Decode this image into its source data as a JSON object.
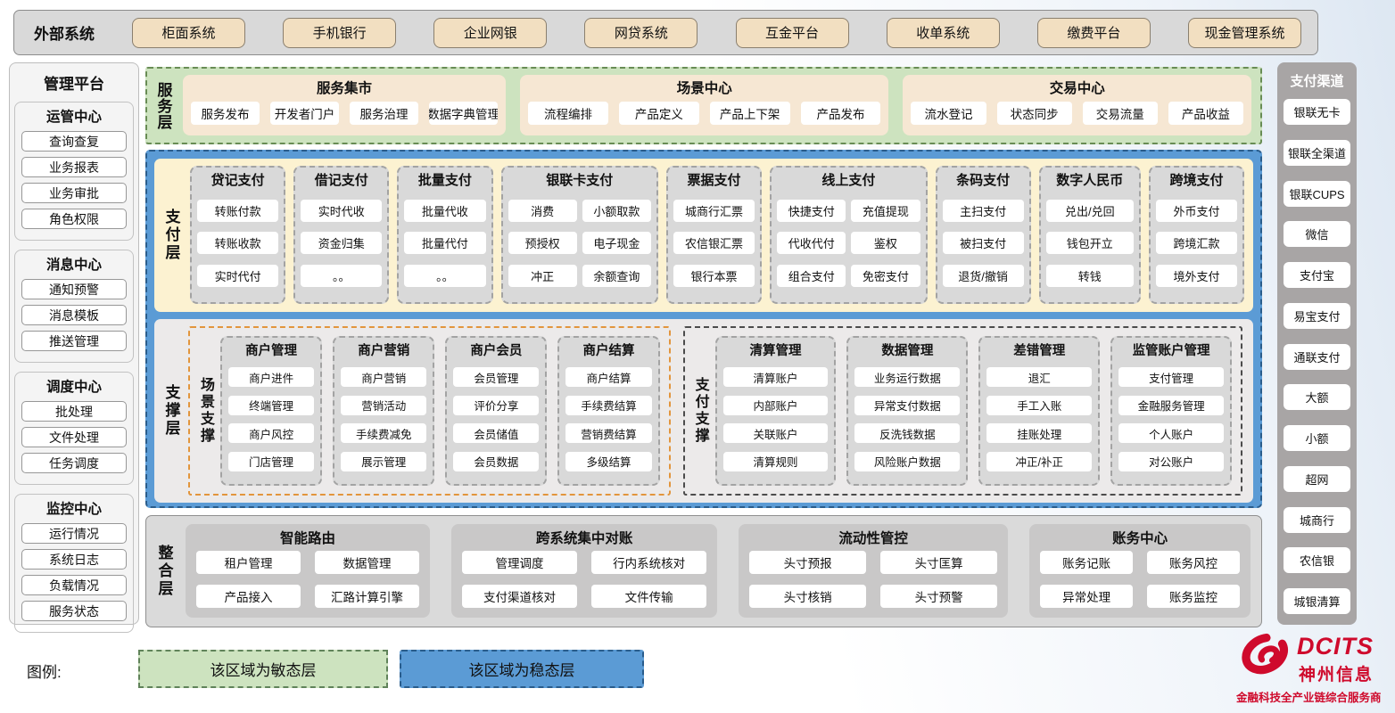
{
  "external_systems": {
    "label": "外部系统",
    "items": [
      "柜面系统",
      "手机银行",
      "企业网银",
      "网贷系统",
      "互金平台",
      "收单系统",
      "缴费平台",
      "现金管理系统"
    ]
  },
  "management_platform": {
    "title": "管理平台",
    "groups": [
      {
        "title": "运管中心",
        "items": [
          "查询查复",
          "业务报表",
          "业务审批",
          "角色权限"
        ]
      },
      {
        "title": "消息中心",
        "items": [
          "通知预警",
          "消息模板",
          "推送管理"
        ]
      },
      {
        "title": "调度中心",
        "items": [
          "批处理",
          "文件处理",
          "任务调度"
        ]
      },
      {
        "title": "监控中心",
        "items": [
          "运行情况",
          "系统日志",
          "负载情况",
          "服务状态"
        ]
      }
    ]
  },
  "service_layer": {
    "label": "服务层",
    "groups": [
      {
        "title": "服务集市",
        "items": [
          "服务发布",
          "开发者门户",
          "服务治理",
          "数据字典管理"
        ]
      },
      {
        "title": "场景中心",
        "items": [
          "流程编排",
          "产品定义",
          "产品上下架",
          "产品发布"
        ]
      },
      {
        "title": "交易中心",
        "items": [
          "流水登记",
          "状态同步",
          "交易流量",
          "产品收益"
        ]
      }
    ]
  },
  "payment_layer": {
    "label": "支付层",
    "columns": [
      {
        "title": "贷记支付",
        "cols": 1,
        "items": [
          "转账付款",
          "转账收款",
          "实时代付"
        ]
      },
      {
        "title": "借记支付",
        "cols": 1,
        "items": [
          "实时代收",
          "资金归集",
          "。。"
        ]
      },
      {
        "title": "批量支付",
        "cols": 1,
        "items": [
          "批量代收",
          "批量代付",
          "。。"
        ]
      },
      {
        "title": "银联卡支付",
        "cols": 2,
        "items": [
          "消费",
          "小额取款",
          "预授权",
          "电子现金",
          "冲正",
          "余额查询"
        ]
      },
      {
        "title": "票据支付",
        "cols": 1,
        "items": [
          "城商行汇票",
          "农信银汇票",
          "银行本票"
        ]
      },
      {
        "title": "线上支付",
        "cols": 2,
        "items": [
          "快捷支付",
          "充值提现",
          "代收代付",
          "鉴权",
          "组合支付",
          "免密支付"
        ]
      },
      {
        "title": "条码支付",
        "cols": 1,
        "items": [
          "主扫支付",
          "被扫支付",
          "退货/撤销"
        ]
      },
      {
        "title": "数字人民币",
        "cols": 1,
        "items": [
          "兑出/兑回",
          "钱包开立",
          "转钱"
        ]
      },
      {
        "title": "跨境支付",
        "cols": 1,
        "items": [
          "外币支付",
          "跨境汇款",
          "境外支付"
        ]
      }
    ]
  },
  "support_layer": {
    "label": "支撑层",
    "sections": [
      {
        "label": "场景支撑",
        "style": "orange",
        "columns": [
          {
            "title": "商户管理",
            "items": [
              "商户进件",
              "终端管理",
              "商户风控",
              "门店管理"
            ]
          },
          {
            "title": "商户营销",
            "items": [
              "商户营销",
              "营销活动",
              "手续费减免",
              "展示管理"
            ]
          },
          {
            "title": "商户会员",
            "items": [
              "会员管理",
              "评价分享",
              "会员储值",
              "会员数据"
            ]
          },
          {
            "title": "商户结算",
            "items": [
              "商户结算",
              "手续费结算",
              "营销费结算",
              "多级结算"
            ]
          }
        ]
      },
      {
        "label": "支付支撑",
        "style": "dark",
        "columns": [
          {
            "title": "清算管理",
            "items": [
              "清算账户",
              "内部账户",
              "关联账户",
              "清算规则"
            ]
          },
          {
            "title": "数据管理",
            "items": [
              "业务运行数据",
              "异常支付数据",
              "反洗钱数据",
              "风险账户数据"
            ]
          },
          {
            "title": "差错管理",
            "items": [
              "退汇",
              "手工入账",
              "挂账处理",
              "冲正/补正"
            ]
          },
          {
            "title": "监管账户管理",
            "items": [
              "支付管理",
              "金融服务管理",
              "个人账户",
              "对公账户"
            ]
          }
        ]
      }
    ]
  },
  "integration_layer": {
    "label": "整合层",
    "groups": [
      {
        "title": "智能路由",
        "items": [
          "租户管理",
          "数据管理",
          "产品接入",
          "汇路计算引擎"
        ]
      },
      {
        "title": "跨系统集中对账",
        "items": [
          "管理调度",
          "行内系统核对",
          "支付渠道核对",
          "文件传输"
        ]
      },
      {
        "title": "流动性管控",
        "items": [
          "头寸预报",
          "头寸匡算",
          "头寸核销",
          "头寸预警"
        ]
      },
      {
        "title": "账务中心",
        "items": [
          "账务记账",
          "账务风控",
          "异常处理",
          "账务监控"
        ]
      }
    ]
  },
  "payment_channels": {
    "title": "支付渠道",
    "items": [
      "银联无卡",
      "银联全渠道",
      "银联CUPS",
      "微信",
      "支付宝",
      "易宝支付",
      "通联支付",
      "大额",
      "小额",
      "超网",
      "城商行",
      "农信银",
      "城银清算"
    ]
  },
  "legend": {
    "label": "图例:",
    "agile": "该区域为敏态层",
    "stable": "该区域为稳态层"
  },
  "logo": {
    "brand": "DCITS",
    "company": "神州信息",
    "tagline": "金融科技全产业链综合服务商"
  },
  "colors": {
    "stable_blue": "#5b9bd5",
    "agile_green": "#cde3bf",
    "layer_cream": "#fcf2d1",
    "module_tan": "#f2dfc1",
    "brand_red": "#cf0a2c"
  }
}
